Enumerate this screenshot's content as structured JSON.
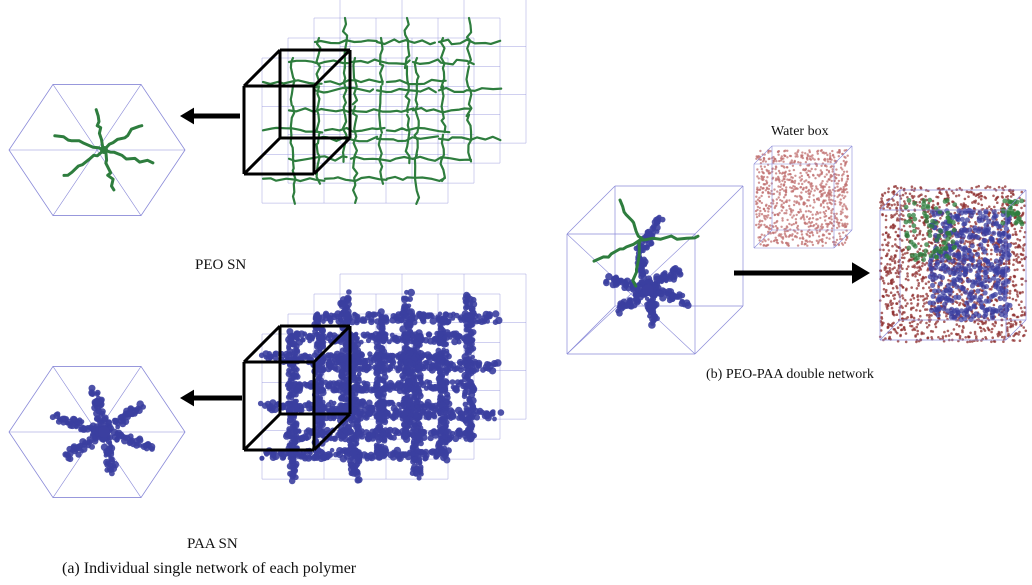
{
  "labels": {
    "peo_sn": "PEO SN",
    "paa_sn": "PAA SN",
    "caption_a": "(a) Individual single network of each polymer",
    "water_box": "Water box",
    "caption_b": "(b) PEO-PAA double network"
  },
  "colors": {
    "peo": "#2e7d3e",
    "paa": "#3b3fa0",
    "water": "#c07070",
    "cell_line": "#8a8ad8",
    "arrow": "#000000"
  }
}
